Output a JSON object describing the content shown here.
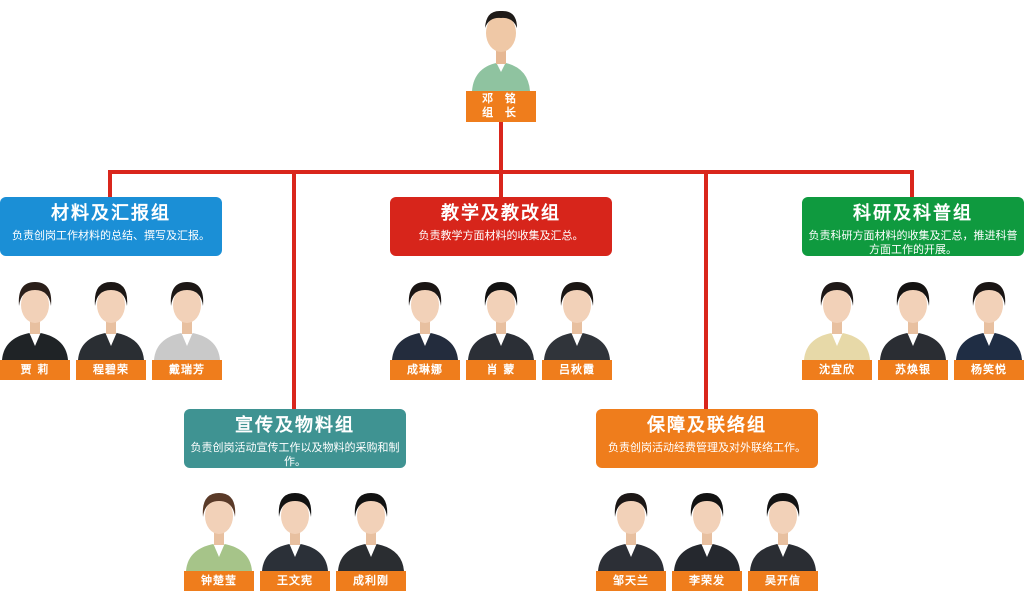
{
  "leader": {
    "name": "邓  铭",
    "title": "组  长"
  },
  "colors": {
    "line": "#d9261c",
    "plate": "#ef7d1c",
    "blue": "#1b8fd6",
    "red": "#d7251b",
    "green": "#0f9a3f",
    "teal": "#3f9392",
    "orange": "#ef7d1c"
  },
  "groups": [
    {
      "title": "材料及汇报组",
      "desc": "负责创岗工作材料的总结、撰写及汇报。",
      "members": [
        "贾  莉",
        "程碧荣",
        "戴瑞芳"
      ]
    },
    {
      "title": "教学及教改组",
      "desc": "负责教学方面材料的收集及汇总。",
      "members": [
        "成琳娜",
        "肖  蒙",
        "吕秋霞"
      ]
    },
    {
      "title": "科研及科普组",
      "desc": "负责科研方面材料的收集及汇总，推进科普方面工作的开展。",
      "members": [
        "沈宜欣",
        "苏焕银",
        "杨笑悦"
      ]
    },
    {
      "title": "宣传及物料组",
      "desc": "负责创岗活动宣传工作以及物料的采购和制作。",
      "members": [
        "钟楚莹",
        "王文宪",
        "成利刚"
      ]
    },
    {
      "title": "保障及联络组",
      "desc": "负责创岗活动经费管理及对外联络工作。",
      "members": [
        "邹天兰",
        "李荣发",
        "吴开信"
      ]
    }
  ]
}
